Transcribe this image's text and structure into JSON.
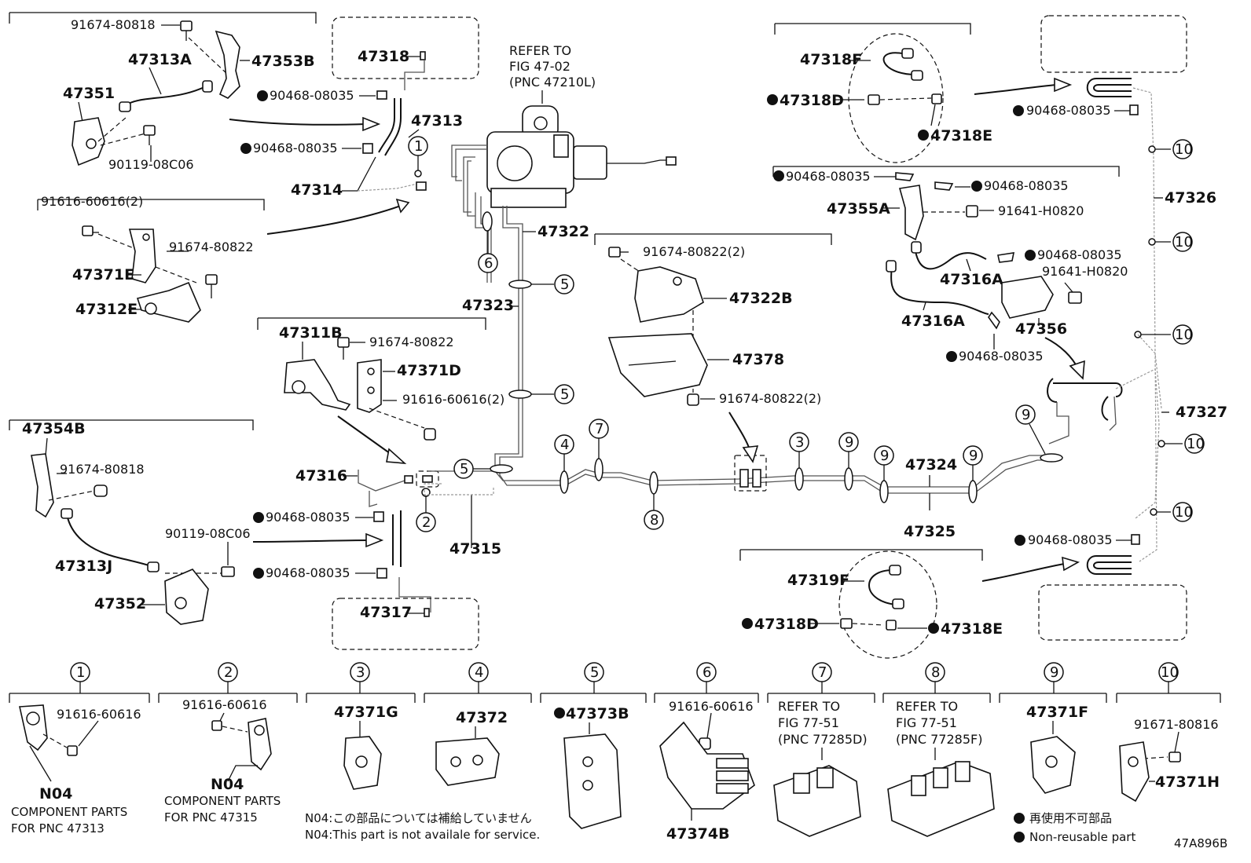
{
  "diagram_code": "47A896B",
  "callouts": {
    "p91674_80818_a": "91674-80818",
    "p47313A": "47313A",
    "p47353B": "47353B",
    "p47351": "47351",
    "p90119_08C06_a": "90119-08C06",
    "p91616_60616_2_a": "91616-60616(2)",
    "p91674_80822_a": "91674-80822",
    "p47371E": "47371E",
    "p47312E": "47312E",
    "p47318": "47318",
    "p90468_a": "90468-08035",
    "p90468_b": "90468-08035",
    "p47313": "47313",
    "p47314": "47314",
    "refer1": "REFER TO",
    "refer2": "FIG 47-02",
    "refer3": "(PNC 47210L)",
    "p47322": "47322",
    "p47323": "47323",
    "p47311B": "47311B",
    "p91674_80822_b": "91674-80822",
    "p47371D": "47371D",
    "p91616_60616_2_b": "91616-60616(2)",
    "p47354B": "47354B",
    "p91674_80818_b": "91674-80818",
    "p47316": "47316",
    "p90468_c": "90468-08035",
    "p90119_08C06_b": "90119-08C06",
    "p47313J": "47313J",
    "p90468_d": "90468-08035",
    "p47352": "47352",
    "p47317": "47317",
    "p47315": "47315",
    "p91674_80822_2_a": "91674-80822(2)",
    "p47322B": "47322B",
    "p47378": "47378",
    "p91674_80822_2_b": "91674-80822(2)",
    "p47324": "47324",
    "p47325": "47325",
    "p47318F": "47318F",
    "p47318D_a": "47318D",
    "p47318E_a": "47318E",
    "p90468_e": "90468-08035",
    "p47326": "47326",
    "p90468_f": "90468-08035",
    "p90468_g": "90468-08035",
    "p47355A": "47355A",
    "p91641_a": "91641-H0820",
    "p47316A_a": "47316A",
    "p90468_h": "90468-08035",
    "p91641_b": "91641-H0820",
    "p47316A_b": "47316A",
    "p47356": "47356",
    "p90468_i": "90468-08035",
    "p47327": "47327",
    "p90468_j": "90468-08035",
    "p47319F": "47319F",
    "p47318D_b": "47318D",
    "p47318E_b": "47318E"
  },
  "circle_numbers": [
    "1",
    "2",
    "3",
    "4",
    "5",
    "6",
    "7",
    "8",
    "9",
    "10"
  ],
  "legend_panels": {
    "k1": {
      "part": "91616-60616",
      "n04": "N04",
      "desc1": "COMPONENT PARTS",
      "desc2": "FOR PNC 47313"
    },
    "k2": {
      "part": "91616-60616",
      "n04": "N04",
      "desc1": "COMPONENT PARTS",
      "desc2": "FOR PNC 47315"
    },
    "k3": {
      "part": "47371G"
    },
    "k4": {
      "part": "47372"
    },
    "k5": {
      "part": "47373B"
    },
    "k6": {
      "part1": "91616-60616",
      "part2": "47374B"
    },
    "k7": {
      "l1": "REFER TO",
      "l2": "FIG 77-51",
      "l3": "(PNC 77285D)"
    },
    "k8": {
      "l1": "REFER TO",
      "l2": "FIG 77-51",
      "l3": "(PNC 77285F)"
    },
    "k9": {
      "part": "47371F"
    },
    "k10": {
      "part1": "91671-80816",
      "part2": "47371H"
    }
  },
  "notes": {
    "n04_jp": "N04:この部品については補給していません",
    "n04_en": "N04:This part is not availale for service.",
    "nonreuse_jp": "再使用不可部品",
    "nonreuse_en": "Non-reusable part"
  },
  "colors": {
    "line": "#111111",
    "pipe": "#555555"
  }
}
